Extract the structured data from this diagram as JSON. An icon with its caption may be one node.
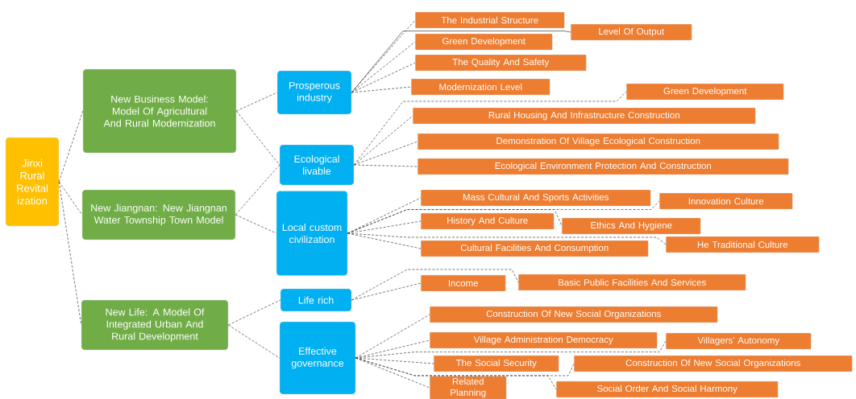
{
  "diagram": {
    "nodes": [
      {
        "text": [
          "Jinxi Rural Revital ization"
        ]
      },
      {
        "text": [
          "New Business Model: Model Of Agricultural And Rural Modernization"
        ]
      },
      {
        "text": [
          "New Jiangnan: New Jiangnan Water Township Town Model"
        ]
      },
      {
        "text": [
          "New Life: A Model Of Integrated Urban And Rural Development"
        ]
      },
      {
        "text": [
          "Prosperous industry"
        ]
      },
      {
        "text": [
          "Ecological livable"
        ]
      },
      {
        "text": [
          "Local custom civilization"
        ]
      },
      {
        "text": [
          "Life rich"
        ]
      },
      {
        "text": [
          "Effective governance"
        ]
      },
      {
        "text": [
          "The Industrial Structure"
        ]
      },
      {
        "text": [
          "Green Development"
        ]
      },
      {
        "text": [
          "Level Of Output"
        ]
      },
      {
        "text": [
          "The Quality And Safety"
        ]
      },
      {
        "text": [
          "Modernization Level"
        ]
      },
      {
        "text": [
          "Green Development"
        ]
      },
      {
        "text": [
          "Rural Housing And Infrastructure Construction"
        ]
      },
      {
        "text": [
          "Demonstration Of Village Ecological Construction"
        ]
      },
      {
        "text": [
          "Ecological Environment Protection And Construction"
        ]
      },
      {
        "text": [
          "Mass Cultural And Sports Activities"
        ]
      },
      {
        "text": [
          "Innovation Culture"
        ]
      },
      {
        "text": [
          "History And Culture"
        ]
      },
      {
        "text": [
          "Ethics And Hygiene"
        ]
      },
      {
        "text": [
          "Cultural Facilities And Consumption"
        ]
      },
      {
        "text": [
          "He Traditional Culture"
        ]
      },
      {
        "text": [
          "Income"
        ]
      },
      {
        "text": [
          "Basic Public Facilities And Services"
        ]
      },
      {
        "text": [
          "Construction Of New Social Organizations"
        ]
      },
      {
        "text": [
          "Village Administration Democracy"
        ]
      },
      {
        "text": [
          "Villagers' Autonomy"
        ]
      },
      {
        "text": [
          "The Social Security"
        ]
      },
      {
        "text": [
          "Construction Of New Social Organizations"
        ]
      },
      {
        "text": [
          "Related Planning"
        ]
      },
      {
        "text": [
          "Social Order And Social Harmony"
        ]
      }
    ],
    "edges": [
      {
        "from": 0,
        "to": 1,
        "arrow": "none",
        "style": "dashed"
      },
      {
        "from": 0,
        "to": 2,
        "arrow": "none",
        "style": "dashed"
      },
      {
        "from": 0,
        "to": 3,
        "arrow": "none",
        "style": "dashed"
      },
      {
        "from": 1,
        "to": 4,
        "arrow": "none",
        "style": "dashed"
      },
      {
        "from": 1,
        "to": 5,
        "arrow": "none",
        "style": "dashed"
      },
      {
        "from": 2,
        "to": 5,
        "arrow": "none",
        "style": "dashed"
      },
      {
        "from": 2,
        "to": 6,
        "arrow": "none",
        "style": "dashed"
      },
      {
        "from": 3,
        "to": 7,
        "arrow": "none",
        "style": "dashed"
      },
      {
        "from": 3,
        "to": 8,
        "arrow": "none",
        "style": "dashed"
      },
      {
        "from": 4,
        "to": 9,
        "arrow": "none",
        "style": "dashed"
      },
      {
        "from": 4,
        "to": 10,
        "arrow": "none",
        "style": "dashed"
      },
      {
        "from": 4,
        "to": 11,
        "arrow": "none"
      },
      {
        "from": 4,
        "to": 12,
        "arrow": "none",
        "style": "dashed"
      },
      {
        "from": 4,
        "to": 13,
        "arrow": "none",
        "style": "dashed"
      },
      {
        "from": 5,
        "to": 15,
        "arrow": "none",
        "style": "dashed"
      },
      {
        "from": 5,
        "to": 16,
        "arrow": "none",
        "style": "dashed"
      },
      {
        "from": 5,
        "to": 17,
        "arrow": "none",
        "style": "dashed"
      },
      {
        "from": 5,
        "to": 14,
        "arrow": "none",
        "style": "dashed"
      },
      {
        "from": 6,
        "to": 18,
        "arrow": "none",
        "style": "dashed"
      },
      {
        "from": 6,
        "to": 20,
        "arrow": "none",
        "style": "dashed"
      },
      {
        "from": 6,
        "to": 22,
        "arrow": "none",
        "style": "dashed"
      },
      {
        "from": 6,
        "to": 19,
        "arrow": "none",
        "style": "dashed"
      },
      {
        "from": 6,
        "to": 21,
        "arrow": "none",
        "style": "dashed"
      },
      {
        "from": 6,
        "to": 23,
        "arrow": "none",
        "style": "dashed"
      },
      {
        "from": 7,
        "to": 24,
        "arrow": "none",
        "style": "dashed"
      },
      {
        "from": 7,
        "to": 25,
        "arrow": "none",
        "style": "dashed"
      },
      {
        "from": 8,
        "to": 26,
        "arrow": "none",
        "style": "dashed"
      },
      {
        "from": 8,
        "to": 27,
        "arrow": "none",
        "style": "dashed"
      },
      {
        "from": 8,
        "to": 29,
        "arrow": "none",
        "style": "dashed"
      },
      {
        "from": 8,
        "to": 31,
        "arrow": "none",
        "style": "dashed"
      },
      {
        "from": 8,
        "to": 28,
        "arrow": "none",
        "style": "dashed"
      },
      {
        "from": 8,
        "to": 30,
        "arrow": "none",
        "style": "dashed"
      },
      {
        "from": 8,
        "to": 32,
        "arrow": "none",
        "style": "dashed"
      }
    ]
  }
}
